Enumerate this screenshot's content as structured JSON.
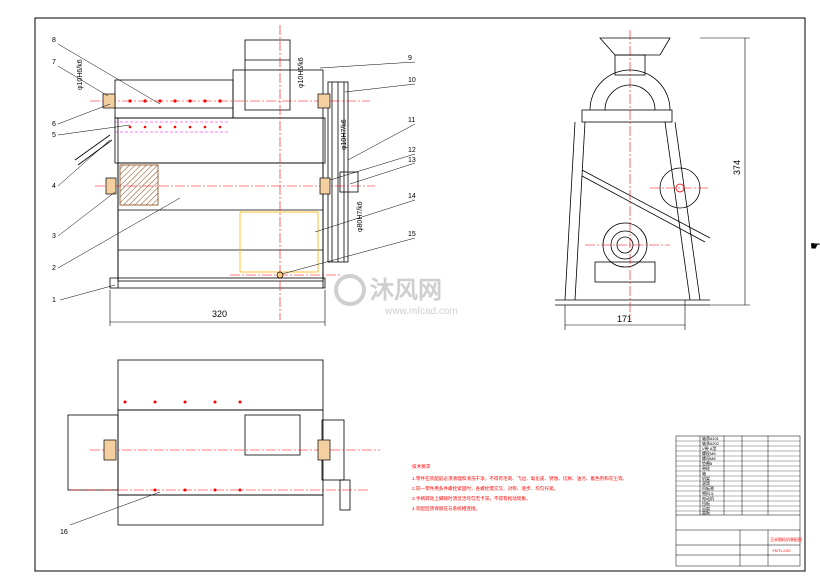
{
  "views": {
    "front": {
      "width_dim": "320",
      "fits": [
        "φ10H6/k6",
        "φ10H6/k6",
        "φ10H7/k6",
        "φ80H7/k6"
      ],
      "callouts": [
        "1",
        "2",
        "3",
        "4",
        "5",
        "6",
        "7",
        "8",
        "9",
        "10",
        "11",
        "12",
        "13",
        "14",
        "15"
      ]
    },
    "side": {
      "width_dim": "171",
      "height_dim": "374"
    },
    "top": {
      "callouts": [
        "16"
      ]
    }
  },
  "notes": {
    "title": "技术要求",
    "lines": [
      "1.零件在装配前必须清理和清洗干净，不得有毛刺、飞边、氧化皮、锈蚀、切屑、油污、着色剂和灰尘等。",
      "2.同一零件用多件螺栓紧固时，各螺栓需交叉、对称、逐步、均匀拧紧。",
      "3.手柄转动上脚踏时须灵活均匀无卡滞，不得有松动现象。",
      "4.装配后须保留在与系统相连接。"
    ]
  },
  "title_block": {
    "drawing_name": "玉米脱粒机装配图",
    "drawing_no": "YMTLJ-00",
    "bom_rows": [
      "轴承6201",
      "轴承6202",
      "V带 A型",
      "螺栓M8",
      "螺母M8",
      "垫圈8",
      "带轮",
      "轴",
      "机架",
      "滚筒",
      "凹板筛",
      "喂料斗",
      "电动机",
      "挡板",
      "风扇",
      "盖板"
    ]
  },
  "watermark": {
    "text_cn": "沐风网",
    "text_url": "www.mfcad.com"
  },
  "colors": {
    "line": "#000000",
    "center_line": "#ff0000",
    "hidden_line": "#ff00ff",
    "accent": "#ff0000",
    "hatch": "#8b4513",
    "watermark": "#a8a8a8"
  }
}
